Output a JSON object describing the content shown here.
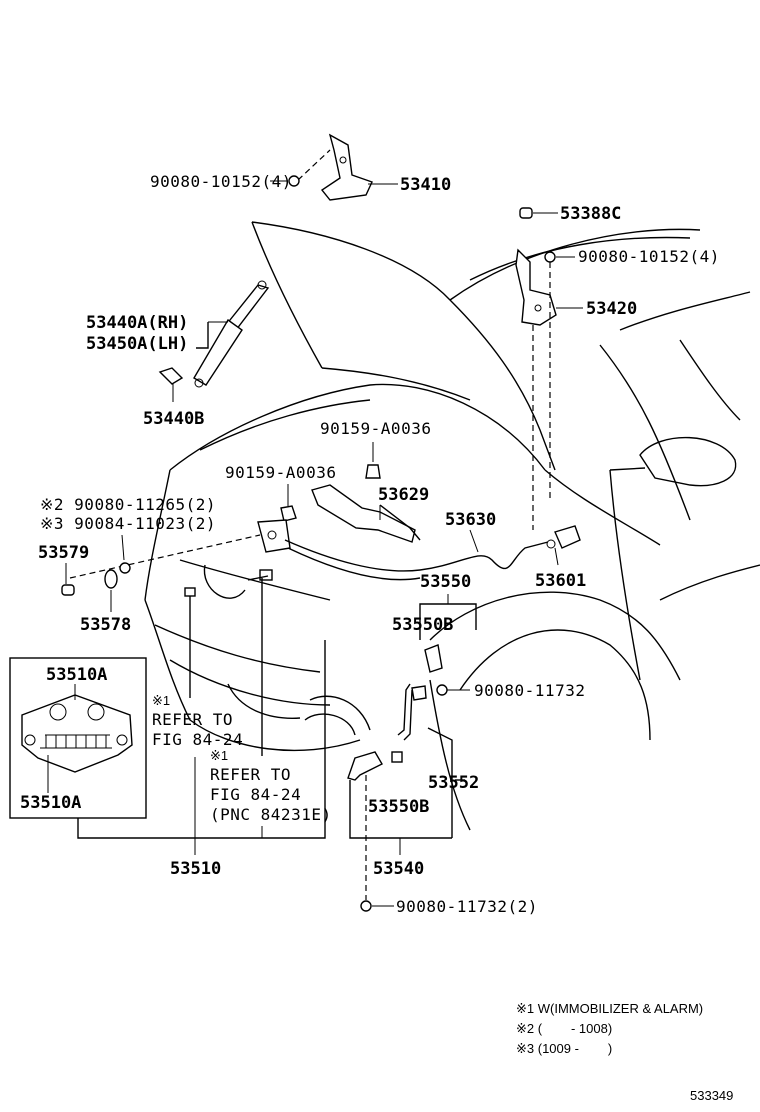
{
  "labels": {
    "bolt_hinge_lh": "90080-10152(4)",
    "hinge_lh": "53410",
    "cap": "53388C",
    "bolt_hinge_rh": "90080-10152(4)",
    "hinge_rh": "53420",
    "support_rh": "53440A(RH)",
    "support_lh": "53450A(LH)",
    "support_stud": "53440B",
    "clip_upper": "90159-A0036",
    "clip_lower": "90159-A0036",
    "release_lever": "53629",
    "bolt_note2": "※2 90080-11265(2)",
    "bolt_note3": "※3 90084-11023(2)",
    "cable": "53630",
    "cushion": "53579",
    "handle": "53601",
    "lock_sub": "53578",
    "lock_assy": "53550",
    "lock_b_upper": "53550B",
    "bolt_lock": "90080-11732",
    "insulator_a_top": "53510A",
    "insulator_a_bottom": "53510A",
    "refer1_mark": "※1",
    "refer1_l1": "REFER TO",
    "refer1_l2": "FIG 84-24",
    "refer2_mark": "※1",
    "refer2_l1": "REFER TO",
    "refer2_l2": "FIG 84-24",
    "refer2_l3": "(PNC 84231E)",
    "rod": "53552",
    "lock_b_lower": "53550B",
    "insulator": "53510",
    "lock_support": "53540",
    "bolt_bottom": "90080-11732(2)"
  },
  "notes": {
    "n1": "※1 W(IMMOBILIZER & ALARM)",
    "n2": "※2 (        - 1008)",
    "n3": "※3 (1009 -        )"
  },
  "figure_number": "533349"
}
